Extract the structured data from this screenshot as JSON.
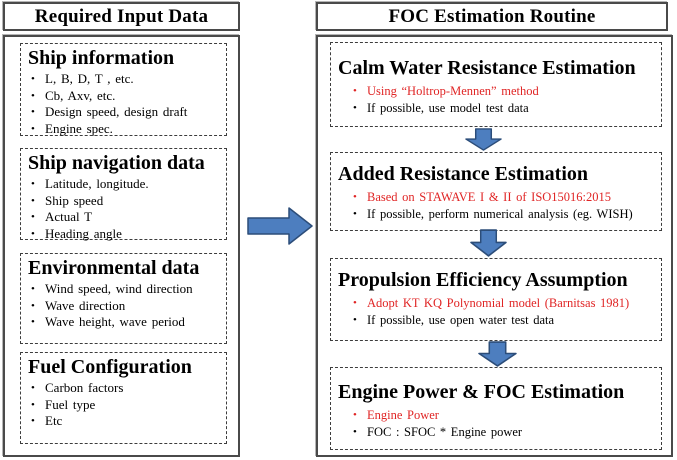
{
  "left_panel": {
    "title": "Required Input Data",
    "sections": [
      {
        "title": "Ship information",
        "bullets": [
          "L, B, D, T , etc.",
          "Cb, Axv, etc.",
          "Design speed, design draft",
          "Engine spec."
        ]
      },
      {
        "title": "Ship navigation data",
        "bullets": [
          "Latitude, longitude.",
          "Ship speed",
          "Actual T",
          "Heading angle"
        ]
      },
      {
        "title": "Environmental data",
        "bullets": [
          "Wind speed, wind direction",
          "Wave direction",
          "Wave height, wave period"
        ]
      },
      {
        "title": "Fuel Configuration",
        "bullets": [
          "Carbon factors",
          "Fuel type",
          "Etc"
        ]
      }
    ]
  },
  "right_panel": {
    "title": "FOC Estimation Routine",
    "steps": [
      {
        "title": "Calm Water Resistance Estimation",
        "bullets": [
          {
            "text": "Using “Holtrop-Mennen” method",
            "color": "red"
          },
          {
            "text": "If possible, use model test data",
            "color": "black"
          }
        ]
      },
      {
        "title": "Added Resistance Estimation",
        "bullets": [
          {
            "text": "Based on STAWAVE I & II of ISO15016:2015",
            "color": "red"
          },
          {
            "text": "If possible, perform numerical analysis (eg. WISH)",
            "color": "black"
          }
        ]
      },
      {
        "title": "Propulsion Efficiency Assumption",
        "bullets": [
          {
            "text": "Adopt KT KQ Polynomial model (Barnitsas 1981)",
            "color": "red"
          },
          {
            "text": "If possible, use open water test data",
            "color": "black"
          }
        ]
      },
      {
        "title": "Engine Power & FOC Estimation",
        "bullets": [
          {
            "text": "Engine Power",
            "color": "red"
          },
          {
            "text": "FOC : SFOC * Engine power",
            "color": "black"
          }
        ]
      }
    ]
  },
  "icons": {
    "connector_left_to_right": "right-arrow",
    "step_connector": "down-arrow"
  },
  "colors": {
    "accent_red": "#e02525",
    "arrow_fill": "#4d7ebf",
    "arrow_stroke": "#2c4d79",
    "border_dark": "#4a4a4a"
  },
  "bullet_glyph": "•"
}
